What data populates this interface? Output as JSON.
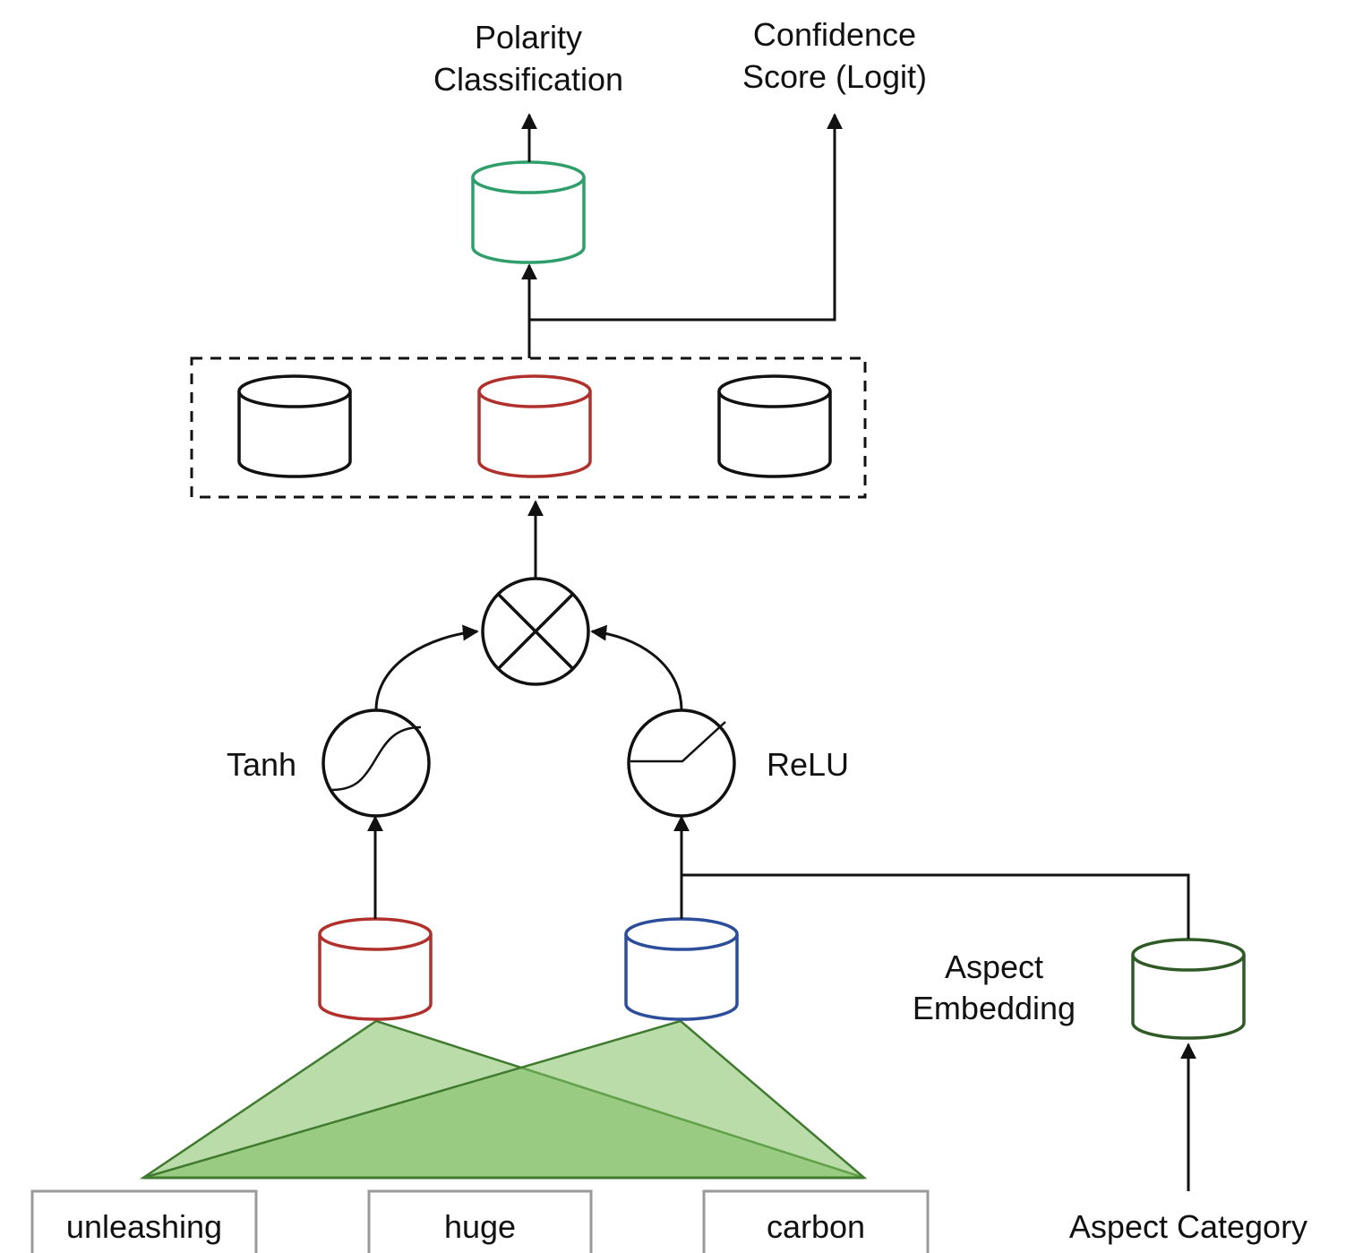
{
  "labels": {
    "polarity_line1": "Polarity",
    "polarity_line2": "Classification",
    "confidence_line1": "Confidence",
    "confidence_line2": "Score (Logit)",
    "tanh": "Tanh",
    "relu": "ReLU",
    "aspect_embedding_line1": "Aspect",
    "aspect_embedding_line2": "Embedding"
  },
  "words": {
    "w1": "unleashing",
    "w2": "huge",
    "w3": "carbon",
    "aspect_category": "Aspect Category"
  },
  "colors": {
    "green_output": "#2e9e6a",
    "red": "#b0312c",
    "blue": "#2c4d9a",
    "dark_green": "#2f5a25",
    "black": "#111111",
    "conv_fill": "#7fbf63"
  }
}
